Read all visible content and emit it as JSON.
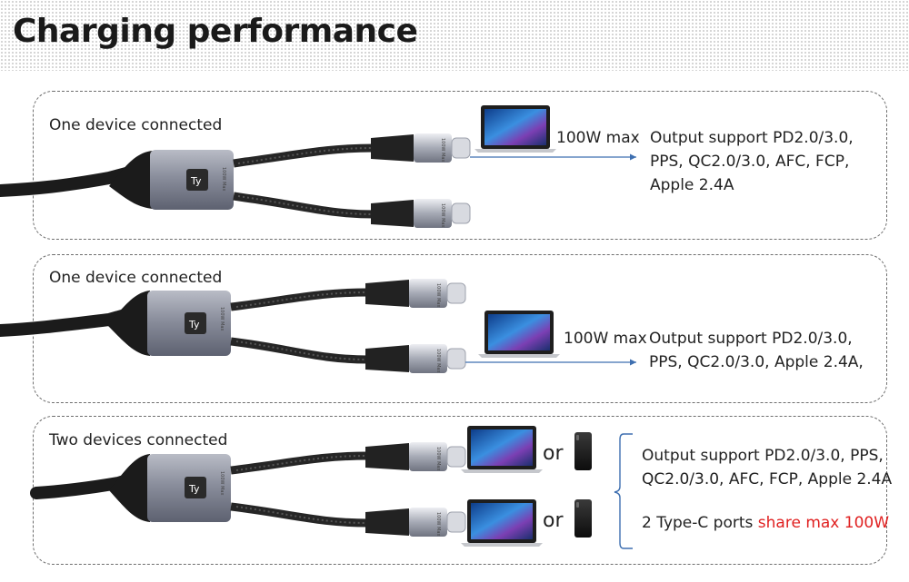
{
  "title": "Charging performance",
  "panels": [
    {
      "label": "One device connected",
      "power": "100W max",
      "output_lines": [
        "Output support PD2.0/3.0,",
        "PPS, QC2.0/3.0, AFC, FCP,",
        "Apple 2.4A"
      ]
    },
    {
      "label": "One device connected",
      "power": "100W max",
      "output_lines": [
        "Output support PD2.0/3.0,",
        "PPS, QC2.0/3.0, Apple 2.4A,"
      ]
    },
    {
      "label": "Two devices connected",
      "or_text": "or",
      "output_lines": [
        "Output support PD2.0/3.0, PPS,",
        "QC2.0/3.0, AFC, FCP, Apple 2.4A"
      ],
      "share_prefix": "2 Type-C ports ",
      "share_highlight": "share max 100W"
    }
  ],
  "cable_logo_text": "Ty",
  "cable_print_text": "100W Max",
  "colors": {
    "highlight": "#e02020",
    "arrow": "#3e6fb0"
  }
}
